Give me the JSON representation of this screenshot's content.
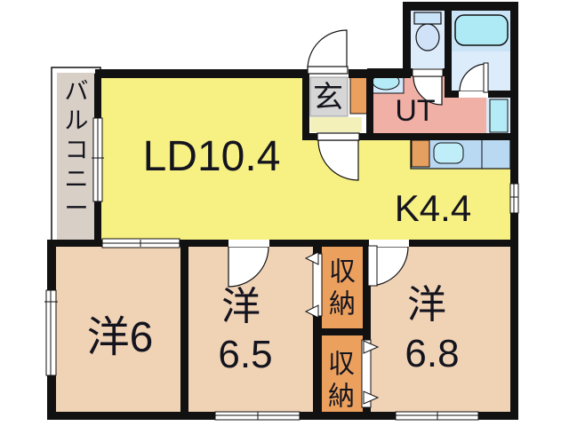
{
  "plan": {
    "balcony": "バルコニー",
    "living_dining": "LD10.4",
    "kitchen": "K4.4",
    "entrance": "玄",
    "utility": "UT",
    "bedroom_left": "洋6",
    "bedroom_mid_name": "洋",
    "bedroom_mid_size": "6.5",
    "bedroom_right_name": "洋",
    "bedroom_right_size": "6.8",
    "closet_upper": "収納",
    "closet_lower": "収納"
  },
  "colors": {
    "wall": "#111111",
    "living_dining_kitchen": "#f7f083",
    "bedroom": "#f0d2b5",
    "utility": "#f1b0a5",
    "closet": "#eca05d",
    "balcony": "#d8cfc6",
    "entrance_floor": "#d6d6d6",
    "entrance_step": "#f3f0ba",
    "water_fixture": "#b4ebf6",
    "bath_floor": "#dcecfb",
    "bath_wall_zone": "#c9e4f7",
    "counter": "#b9d8f2"
  }
}
